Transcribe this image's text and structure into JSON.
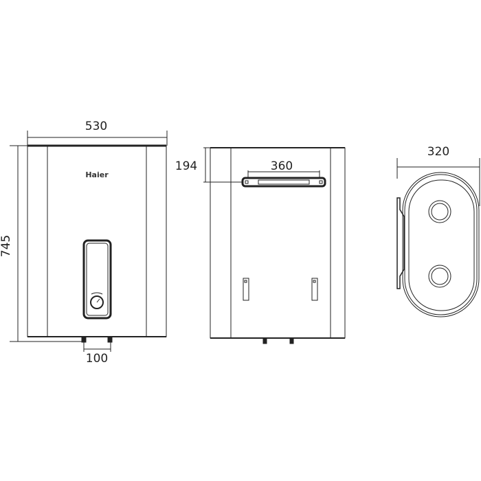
{
  "front_view": {
    "brand": "Haier",
    "width_label": "530",
    "height_label": "745",
    "pipe_spacing_label": "100"
  },
  "back_view": {
    "bracket_offset_label": "194",
    "bracket_width_label": "360"
  },
  "side_view": {
    "depth_label": "320"
  },
  "colors": {
    "line": "#222222",
    "background": "#ffffff"
  }
}
